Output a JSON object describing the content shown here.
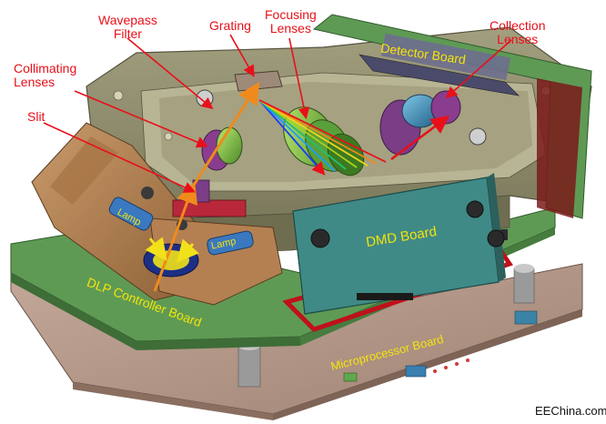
{
  "labels": {
    "wavepass_line1": "Wavepass",
    "wavepass_line2": "Filter",
    "grating": "Grating",
    "focusing_line1": "Focusing",
    "focusing_line2": "Lenses",
    "collection_line1": "Collection",
    "collection_line2": "Lenses",
    "collimating_line1": "Collimating",
    "collimating_line2": "Lenses",
    "slit": "Slit",
    "detector_board": "Detector Board",
    "lamp_left": "Lamp",
    "lamp_right": "Lamp",
    "dmd_board": "DMD Board",
    "dlp_controller_board": "DLP Controller Board",
    "microprocessor_board": "Microprocessor Board"
  },
  "watermark": "EEChina.com",
  "colors": {
    "callout_text": "#e8101a",
    "board_text": "#f4e30c",
    "light_path": "#f08a1c",
    "callout_arrow": "#e8101a",
    "lamp_arrow": "#f2e11a",
    "green_board": "#5f9a55",
    "housing": "#8f8b6a",
    "slit_block": "#b8865a",
    "base_plate": "#b59a8a"
  },
  "icons": [
    "spectrum-rays",
    "lamp-arrows",
    "callout-arrows"
  ]
}
